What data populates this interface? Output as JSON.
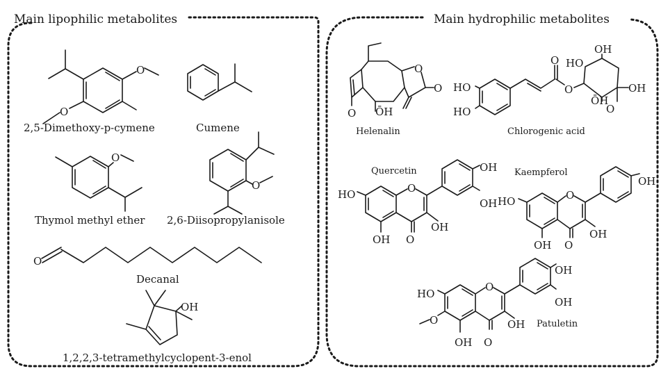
{
  "panels": {
    "lipophilic_title": "Main lipophilic metabolites",
    "hydrophilic_title": "Main hydrophilic metabolites"
  },
  "lipophilic": {
    "dimethoxy_cymene": "2,5-Dimethoxy-p-cymene",
    "cumene": "Cumene",
    "thymol_methyl_ether": "Thymol methyl ether",
    "diisopropylanisole": "2,6-Diisopropylanisole",
    "decanal": "Decanal",
    "tetramethylcyclopentenol": "1,2,2,3-tetramethylcyclopent-3-enol"
  },
  "hydrophilic": {
    "helenalin": "Helenalin",
    "chlorogenic_acid": "Chlorogenic acid",
    "quercetin": "Quercetin",
    "kaempferol": "Kaempferol",
    "patuletin": "Patuletin"
  },
  "atoms": {
    "O": "O",
    "OH": "OH",
    "HO": "HO",
    "OH_bar": "ŌH"
  }
}
